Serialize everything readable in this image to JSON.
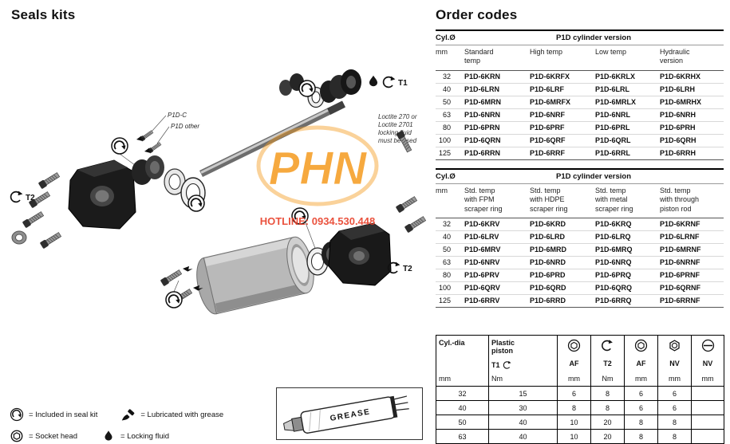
{
  "titles": {
    "left": "Seals kits",
    "right": "Order codes"
  },
  "diagram": {
    "label_p1dc": "P1D-C",
    "label_p1dother": "P1D other",
    "label_t1": "T1",
    "label_t2_left": "T2",
    "label_t2_right": "T2",
    "loctite_lines": [
      "Loctite 270 or",
      "Loctite 2701",
      "locking fluid",
      "must be used"
    ],
    "watermark_text": "PHN",
    "watermark_hotline": "HOTLINE: 0934.530.448",
    "grease_label": "GREASE",
    "colors": {
      "watermark_orange": "#F59B1E",
      "hotline_red": "#E8402A"
    }
  },
  "legend": {
    "row1": [
      {
        "icon": "seal-kit-icon",
        "text": "=  Included in seal kit"
      },
      {
        "icon": "brush-icon",
        "text": "=  Lubricated with grease"
      }
    ],
    "row2": [
      {
        "icon": "socket-head-icon",
        "text": "=  Socket head"
      },
      {
        "icon": "droplet-icon",
        "text": "=  Locking fluid"
      }
    ]
  },
  "order_tables": {
    "table1": {
      "dia_header": "Cyl.Ø",
      "dia_unit": "mm",
      "group_header": "P1D cylinder  version",
      "columns": [
        "Standard\ntemp",
        "High temp",
        "Low temp",
        "Hydraulic\nversion"
      ],
      "rows": [
        {
          "dia": "32",
          "c": [
            "P1D-6KRN",
            "P1D-6KRFX",
            "P1D-6KRLX",
            "P1D-6KRHX"
          ]
        },
        {
          "dia": "40",
          "c": [
            "P1D-6LRN",
            "P1D-6LRF",
            "P1D-6LRL",
            "P1D-6LRH"
          ]
        },
        {
          "dia": "50",
          "c": [
            "P1D-6MRN",
            "P1D-6MRFX",
            "P1D-6MRLX",
            "P1D-6MRHX"
          ]
        },
        {
          "dia": "63",
          "c": [
            "P1D-6NRN",
            "P1D-6NRF",
            "P1D-6NRL",
            "P1D-6NRH"
          ]
        },
        {
          "dia": "80",
          "c": [
            "P1D-6PRN",
            "P1D-6PRF",
            "P1D-6PRL",
            "P1D-6PRH"
          ]
        },
        {
          "dia": "100",
          "c": [
            "P1D-6QRN",
            "P1D-6QRF",
            "P1D-6QRL",
            "P1D-6QRH"
          ]
        },
        {
          "dia": "125",
          "c": [
            "P1D-6RRN",
            "P1D-6RRF",
            "P1D-6RRL",
            "P1D-6RRH"
          ]
        }
      ]
    },
    "table2": {
      "dia_header": "Cyl.Ø",
      "dia_unit": "mm",
      "group_header": "P1D cylinder  version",
      "columns": [
        "Std. temp\nwith FPM\nscraper ring",
        "Std. temp\nwith HDPE\nscraper ring",
        "Std. temp\nwith metal\nscraper ring",
        "Std. temp\nwith through\npiston rod"
      ],
      "rows": [
        {
          "dia": "32",
          "c": [
            "P1D-6KRV",
            "P1D-6KRD",
            "P1D-6KRQ",
            "P1D-6KRNF"
          ]
        },
        {
          "dia": "40",
          "c": [
            "P1D-6LRV",
            "P1D-6LRD",
            "P1D-6LRQ",
            "P1D-6LRNF"
          ]
        },
        {
          "dia": "50",
          "c": [
            "P1D-6MRV",
            "P1D-6MRD",
            "P1D-6MRQ",
            "P1D-6MRNF"
          ]
        },
        {
          "dia": "63",
          "c": [
            "P1D-6NRV",
            "P1D-6NRD",
            "P1D-6NRQ",
            "P1D-6NRNF"
          ]
        },
        {
          "dia": "80",
          "c": [
            "P1D-6PRV",
            "P1D-6PRD",
            "P1D-6PRQ",
            "P1D-6PRNF"
          ]
        },
        {
          "dia": "100",
          "c": [
            "P1D-6QRV",
            "P1D-6QRD",
            "P1D-6QRQ",
            "P1D-6QRNF"
          ]
        },
        {
          "dia": "125",
          "c": [
            "P1D-6RRV",
            "P1D-6RRD",
            "P1D-6RRQ",
            "P1D-6RRNF"
          ]
        }
      ]
    },
    "torque_table": {
      "col0_line1": "Cyl.-dia",
      "col0_unit": "mm",
      "col1_line1": "Plastic piston",
      "col1_line2": "T1",
      "col1_unit": "Nm",
      "cols": [
        {
          "label": "AF",
          "unit": "mm",
          "icon": "internal-hex-icon"
        },
        {
          "label": "T2",
          "unit": "Nm",
          "icon": "torque-icon"
        },
        {
          "label": "AF",
          "unit": "mm",
          "icon": "internal-hex-icon"
        },
        {
          "label": "NV",
          "unit": "mm",
          "icon": "hex-nut-icon"
        },
        {
          "label": "NV",
          "unit": "mm",
          "icon": "slotted-icon"
        }
      ],
      "rows": [
        {
          "dia": "32",
          "v": [
            "15",
            "6",
            "8",
            "6",
            "6",
            ""
          ]
        },
        {
          "dia": "40",
          "v": [
            "30",
            "8",
            "8",
            "6",
            "6",
            ""
          ]
        },
        {
          "dia": "50",
          "v": [
            "40",
            "10",
            "20",
            "8",
            "8",
            ""
          ]
        },
        {
          "dia": "63",
          "v": [
            "40",
            "10",
            "20",
            "8",
            "8",
            ""
          ]
        }
      ]
    }
  }
}
